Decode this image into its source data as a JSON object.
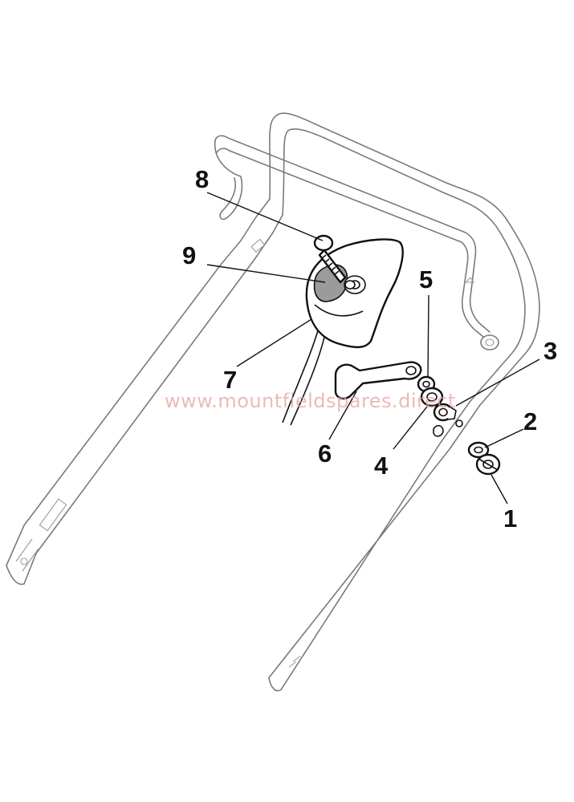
{
  "watermark": "www.mountfieldspares.direct",
  "callouts": [
    {
      "id": "1",
      "label": "1"
    },
    {
      "id": "2",
      "label": "2"
    },
    {
      "id": "3",
      "label": "3"
    },
    {
      "id": "4",
      "label": "4"
    },
    {
      "id": "5",
      "label": "5"
    },
    {
      "id": "6",
      "label": "6"
    },
    {
      "id": "7",
      "label": "7"
    },
    {
      "id": "8",
      "label": "8"
    },
    {
      "id": "9",
      "label": "9"
    }
  ],
  "colors": {
    "line_art": "#111111",
    "handle_outline": "#7a7a7a",
    "shaded_part": "#9b9b9b",
    "watermark": "#e6a3a3",
    "background": "#ffffff"
  }
}
